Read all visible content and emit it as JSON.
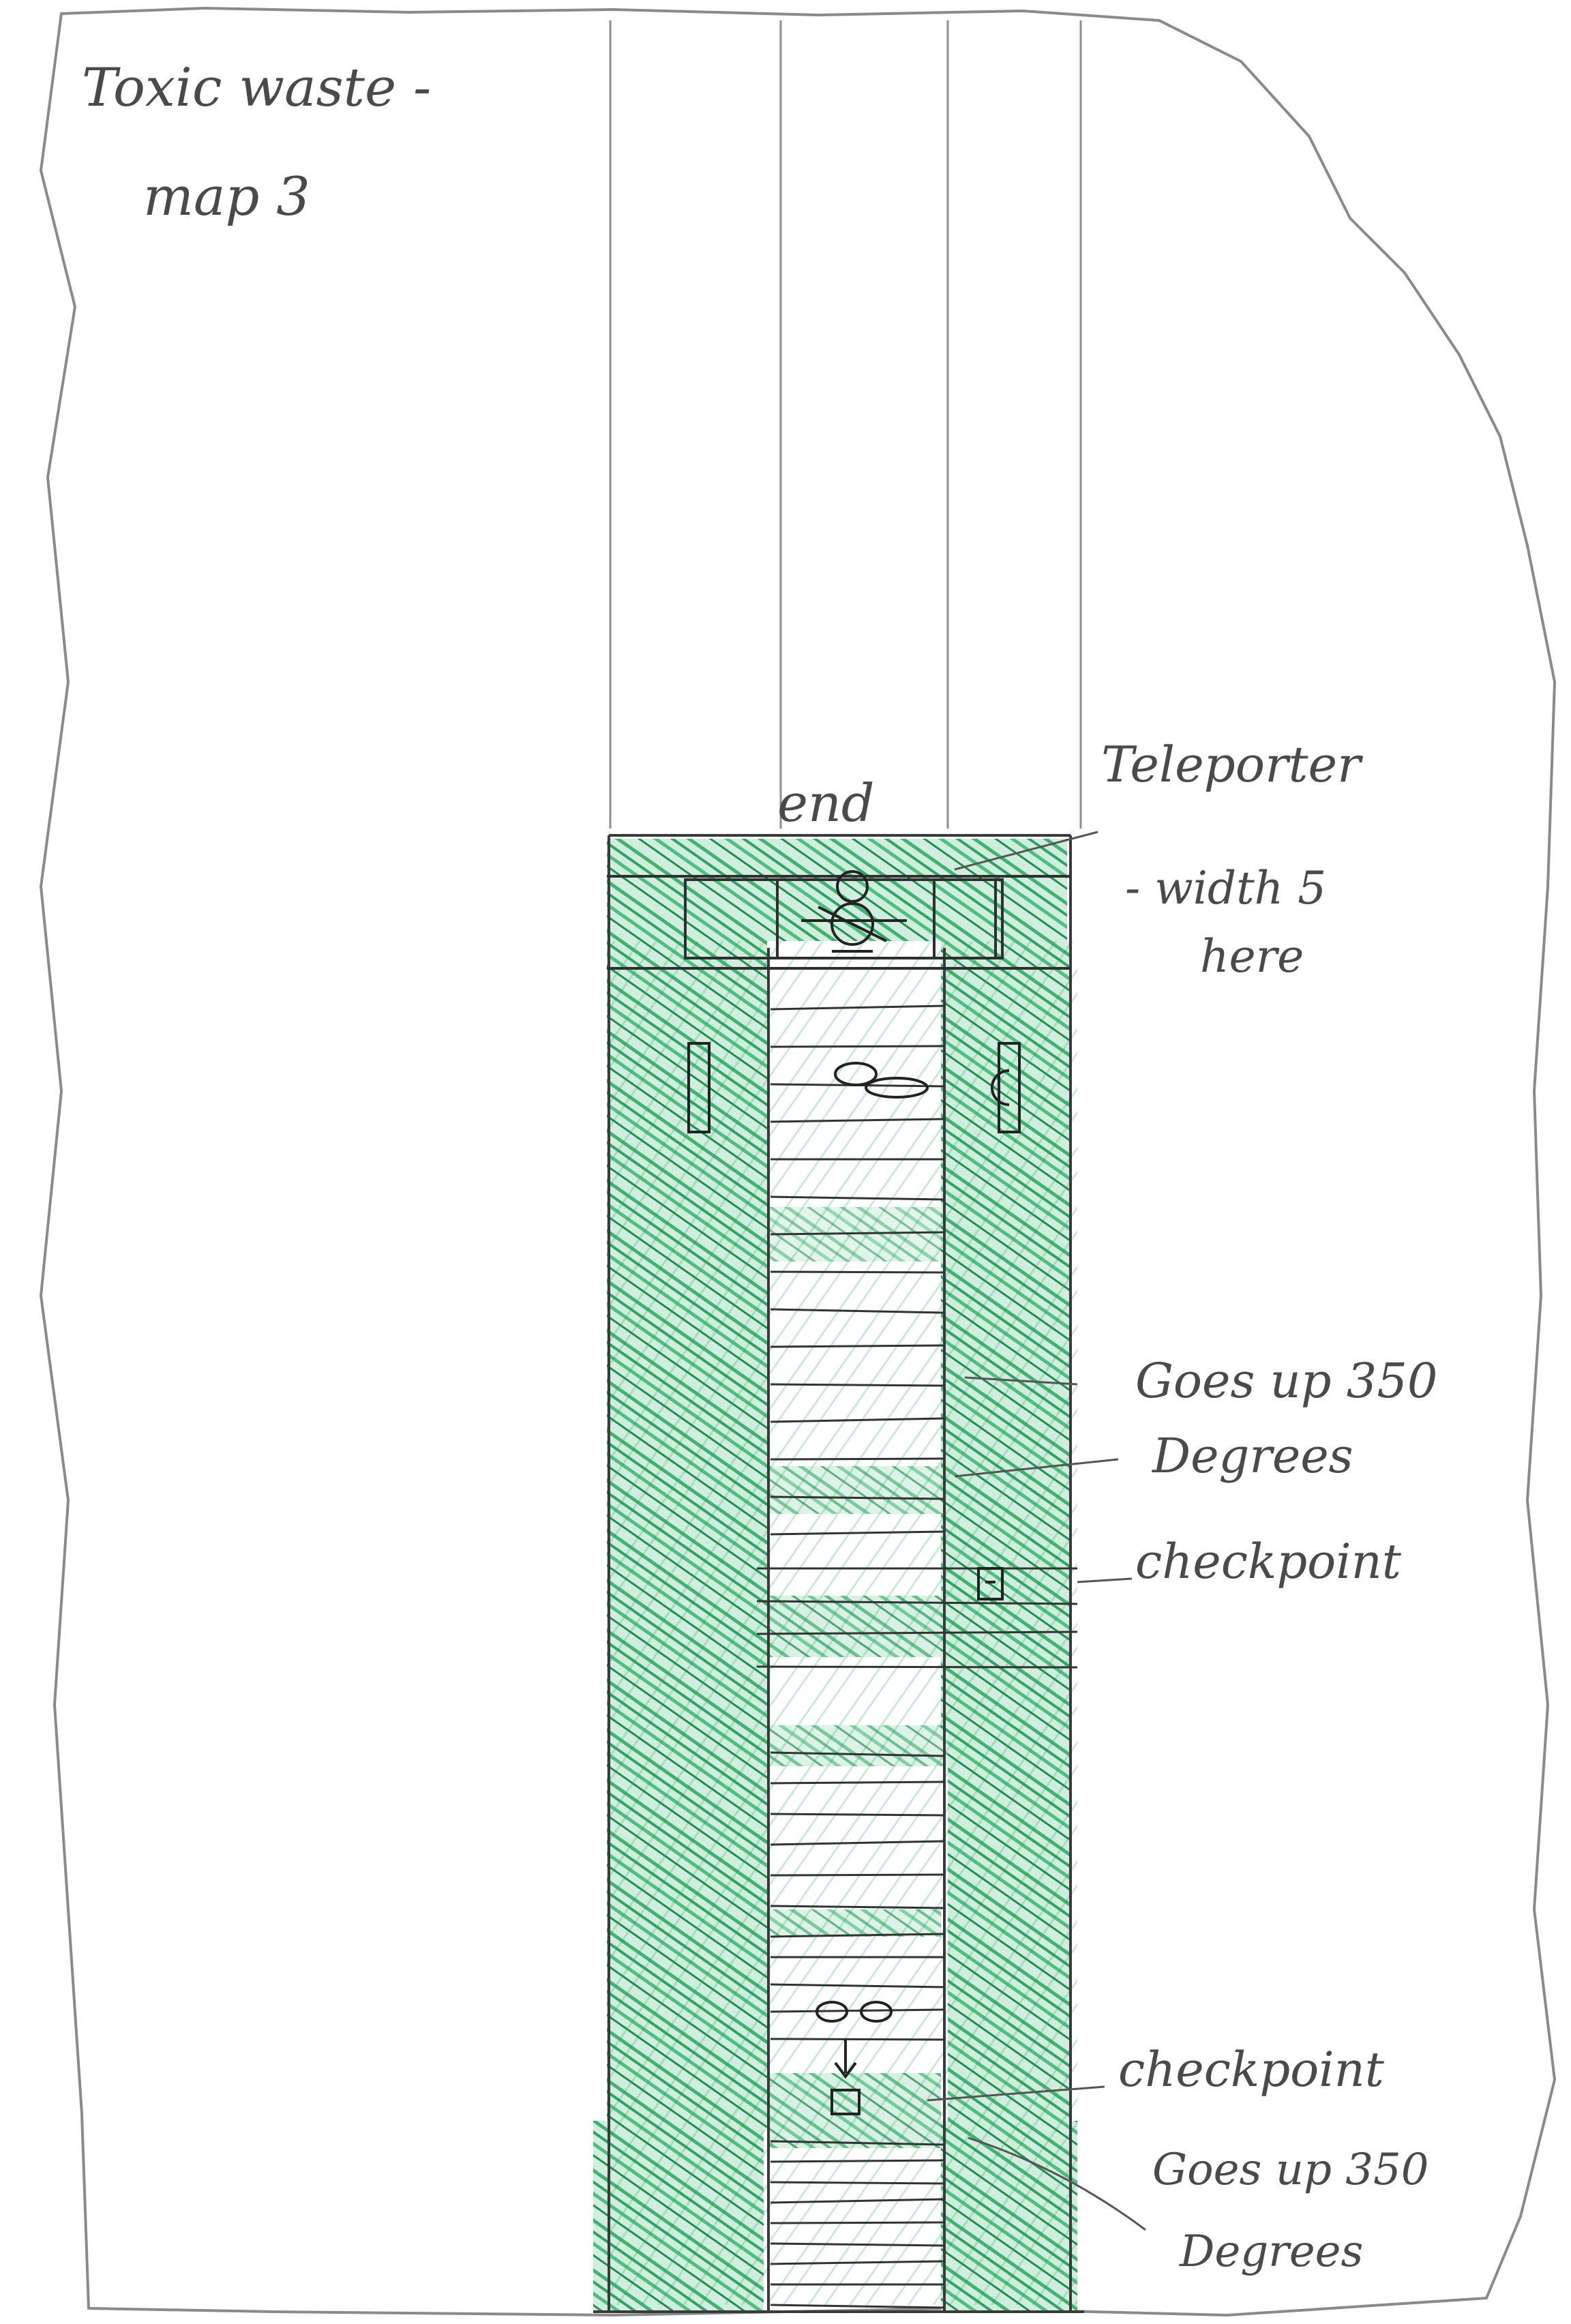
{
  "title": {
    "line1": "Toxic waste -",
    "line2": "map 3"
  },
  "map": {
    "end_label": "end"
  },
  "annotations": {
    "teleporter": "Teleporter",
    "width": "- width 5",
    "here": "here",
    "goes_up_1_a": "Goes up 350",
    "goes_up_1_b": "Degrees",
    "checkpoint_1": "checkpoint",
    "checkpoint_2": "checkpoint",
    "goes_up_2_a": "Goes up 350",
    "goes_up_2_b": "Degrees"
  },
  "colors": {
    "paper": "#ffffff",
    "paper_edge": "#f7f7f7",
    "pencil": "#5a5a5a",
    "ink": "#2f2f2f",
    "toxic_green": "#3fb36f",
    "toxic_green_dark": "#1f8f4f"
  }
}
